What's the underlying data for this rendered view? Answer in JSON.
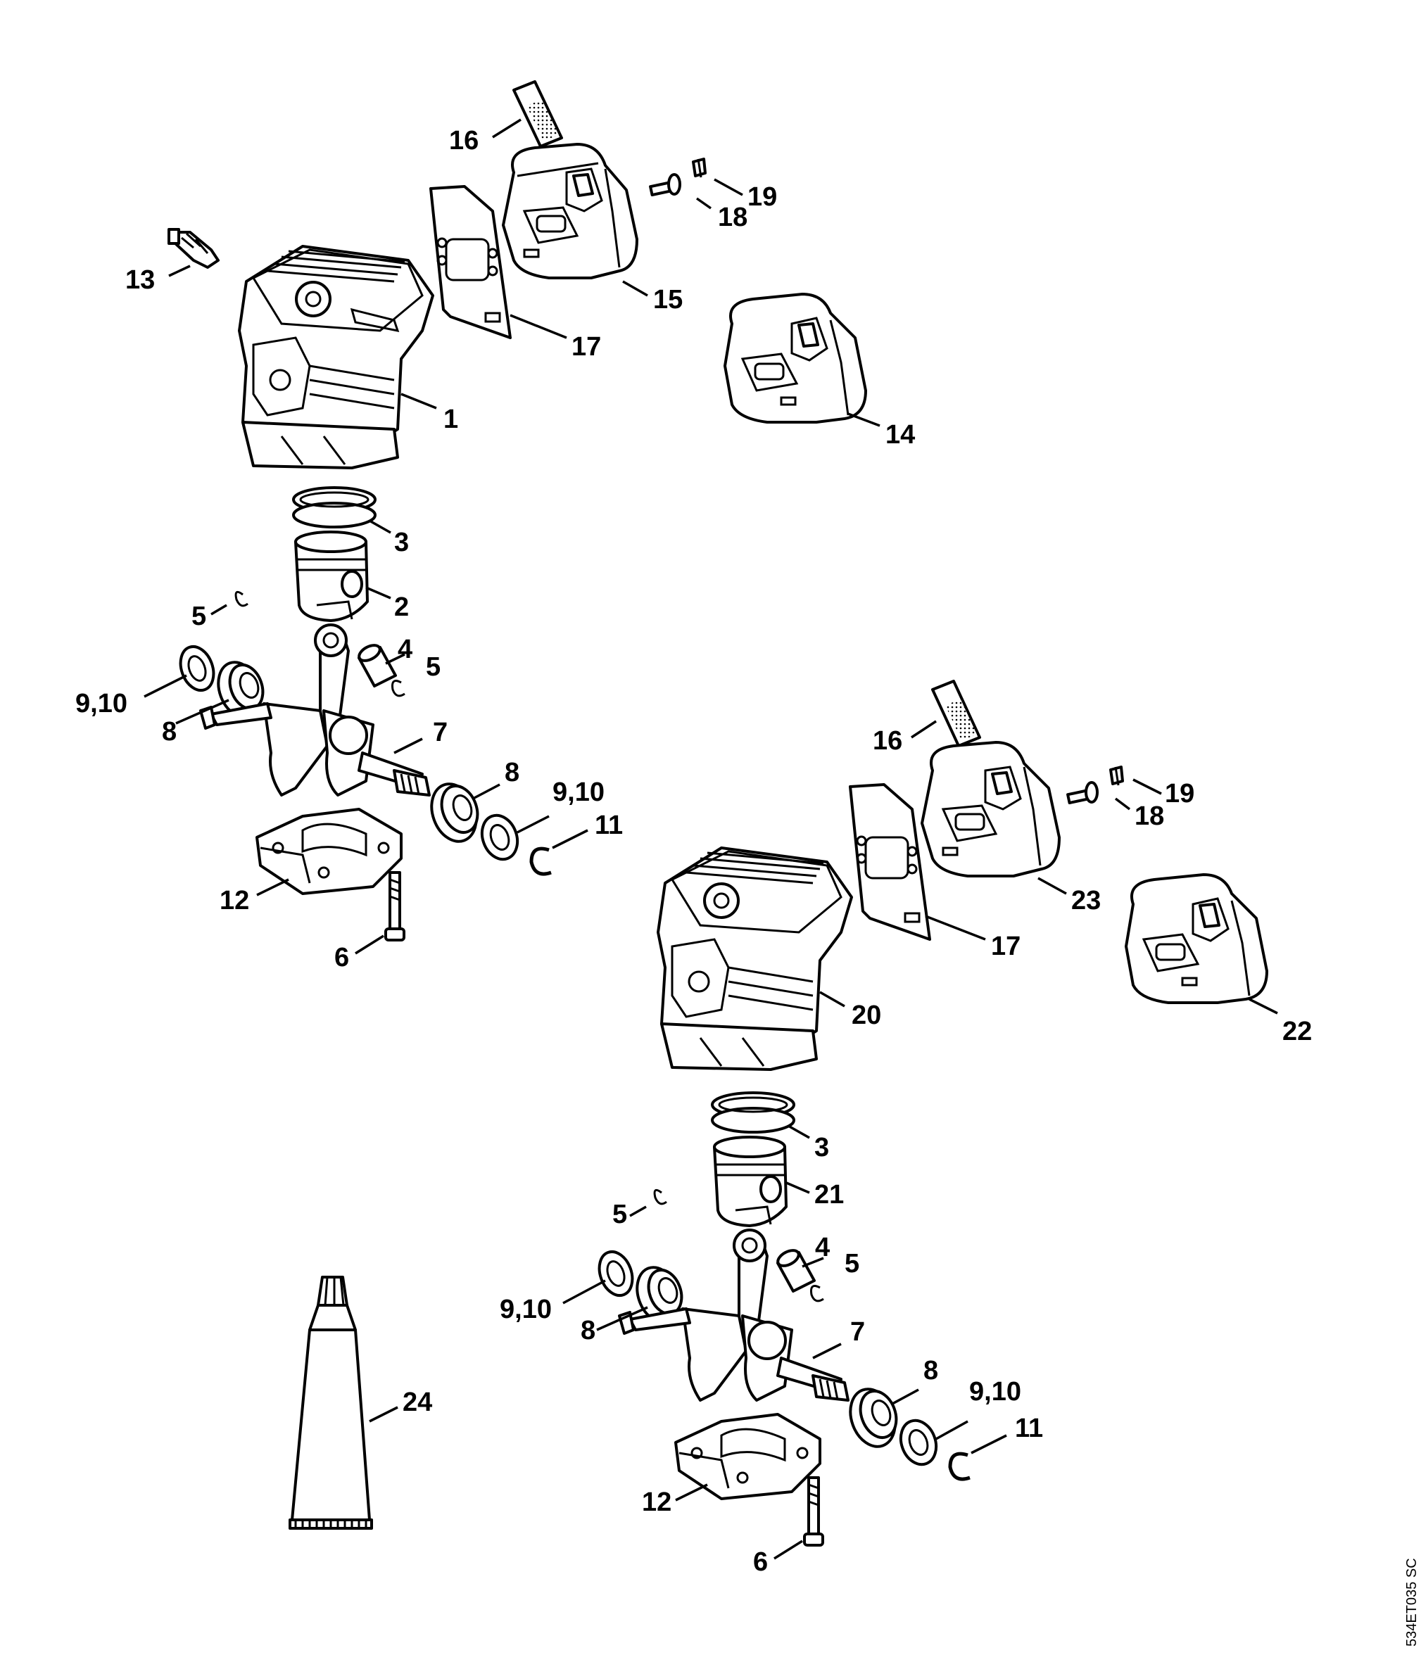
{
  "diagram": {
    "drawing_code": "534ET035 SC",
    "callouts": {
      "top": {
        "l16": "16",
        "l19": "19",
        "l18": "18",
        "l13": "13",
        "l15": "15",
        "l17": "17",
        "l1": "1",
        "l14": "14",
        "l3": "3",
        "l5a": "5",
        "l2": "2",
        "l4": "4",
        "l5b": "5",
        "l910a": "9,10",
        "l8a": "8",
        "l7": "7",
        "l8b": "8",
        "l910b": "9,10",
        "l11": "11",
        "l12": "12",
        "l6": "6"
      },
      "bottom": {
        "l16": "16",
        "l19": "19",
        "l18": "18",
        "l23": "23",
        "l17": "17",
        "l22": "22",
        "l20": "20",
        "l3": "3",
        "l21": "21",
        "l5a": "5",
        "l4": "4",
        "l5b": "5",
        "l910a": "9,10",
        "l8a": "8",
        "l7": "7",
        "l8b": "8",
        "l910b": "9,10",
        "l11": "11",
        "l12": "12",
        "l6": "6"
      },
      "tube": {
        "l24": "24"
      }
    }
  }
}
